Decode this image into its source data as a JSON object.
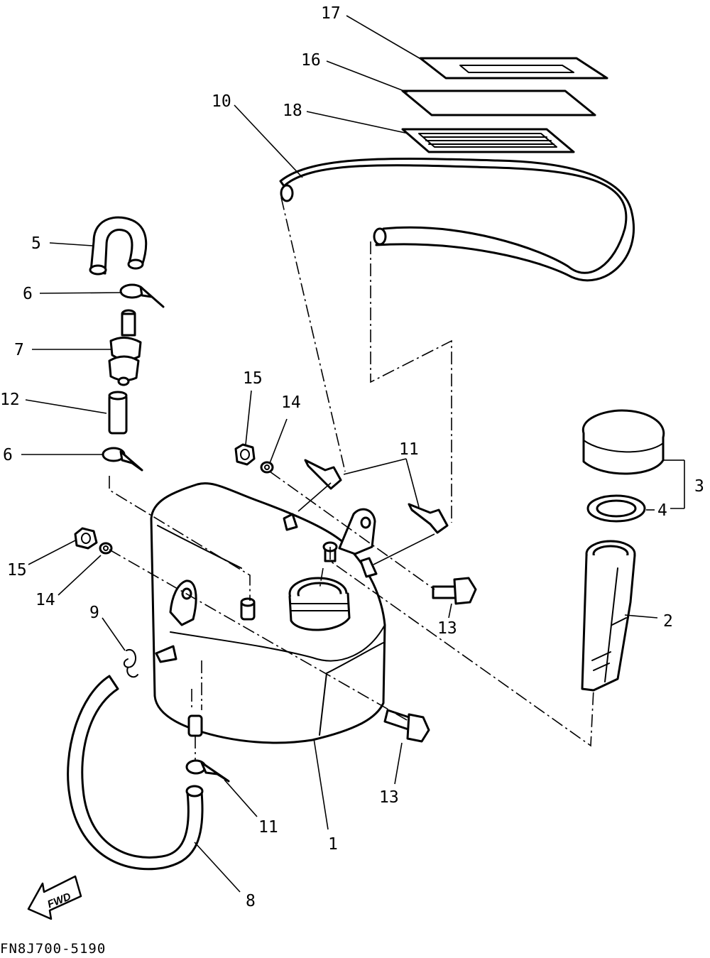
{
  "callouts": {
    "c1": "1",
    "c2": "2",
    "c3": "3",
    "c4": "4",
    "c5": "5",
    "c6a": "6",
    "c6b": "6",
    "c7": "7",
    "c8": "8",
    "c9": "9",
    "c10": "10",
    "c11a": "11",
    "c11b": "11",
    "c12": "12",
    "c13a": "13",
    "c13b": "13",
    "c14a": "14",
    "c14b": "14",
    "c15a": "15",
    "c15b": "15",
    "c16": "16",
    "c17": "17",
    "c18": "18"
  },
  "fwd_label": "FWD",
  "drawing_code": "FN8J700-5190"
}
